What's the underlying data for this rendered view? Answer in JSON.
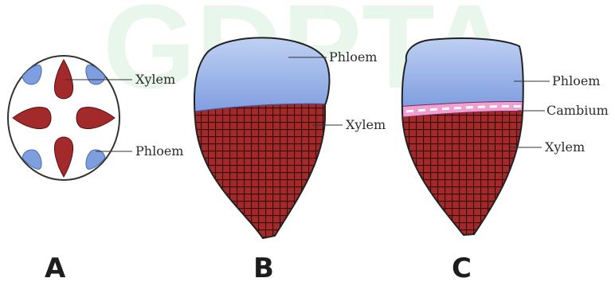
{
  "watermark": "GDPTA",
  "figures": [
    {
      "letter": "A",
      "labels": {
        "xylem": "Xylem",
        "phloem": "Phloem"
      }
    },
    {
      "letter": "B",
      "labels": {
        "phloem": "Phloem",
        "xylem": "Xylem"
      }
    },
    {
      "letter": "C",
      "labels": {
        "phloem": "Phloem",
        "cambium": "Cambium",
        "xylem": "Xylem"
      }
    }
  ],
  "colors": {
    "xylem": "#a32a2a",
    "xylem_grid": "#3a0707",
    "phloem": "#7f9ee0",
    "phloem_light": "#c4d4f4",
    "cambium": "#ef9fd2",
    "outline": "#222222"
  }
}
